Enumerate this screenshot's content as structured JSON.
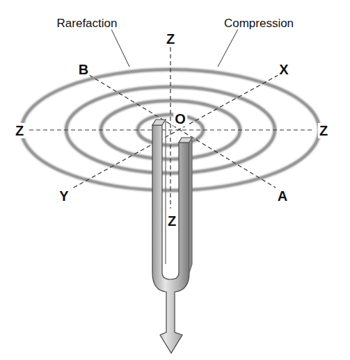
{
  "diagram": {
    "labels": [
      "Rarefaction",
      "Compression",
      "Z",
      "B",
      "X",
      "O",
      "Z",
      "Z",
      "Y",
      "A",
      "Z"
    ]
  }
}
